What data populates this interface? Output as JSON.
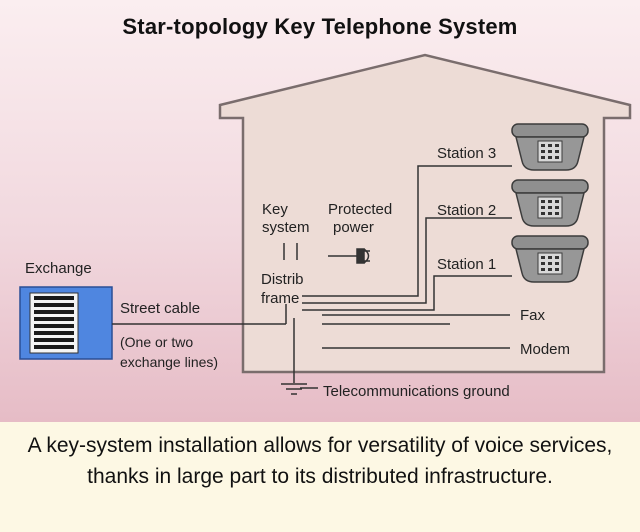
{
  "title": "Star-topology Key Telephone System",
  "labels": {
    "exchange": "Exchange",
    "street_cable": "Street cable",
    "exchange_note_line1": "(One or two",
    "exchange_note_line2": "exchange lines)",
    "key_system_line1": "Key",
    "key_system_line2": "system",
    "protected_power_line1": "Protected",
    "protected_power_line2": "power",
    "distrib_frame_line1": "Distrib",
    "distrib_frame_line2": "frame",
    "station_3": "Station 3",
    "station_2": "Station 2",
    "station_1": "Station 1",
    "fax": "Fax",
    "modem": "Modem",
    "ground": "Telecommunications ground"
  },
  "icons": [
    "telephone-icon",
    "plug-icon",
    "ground-icon",
    "exchange-building-icon"
  ],
  "colors": {
    "background_top": "#fbeef0",
    "background_bottom": "#e6bcc6",
    "house_fill": "#eddcd6",
    "exchange_fill": "#4f86e0",
    "phone_body": "#8f8f8f",
    "caption_background": "#fdf8e4"
  },
  "caption": "A key-system installation allows for versatility of voice services, thanks in large part to its distributed infrastructure."
}
